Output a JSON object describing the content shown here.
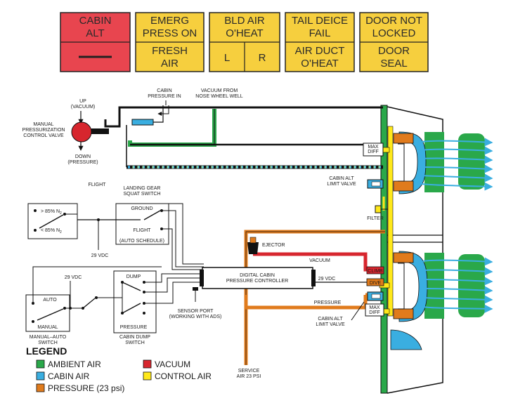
{
  "colors": {
    "ambient": "#2aa84a",
    "cabin": "#3aaee0",
    "vacuum": "#d7262e",
    "pressure": "#e07b1c",
    "control": "#ffe81a",
    "annunciator_red": "#e8454f",
    "annunciator_amber": "#f6cf3e"
  },
  "annunciators": {
    "cabin_alt": "CABIN ALT",
    "emerg_press_on": "EMERG PRESS ON",
    "fresh_air": "FRESH AIR",
    "bld_air_oheat": "BLD AIR O'HEAT",
    "bld_l": "L",
    "bld_r": "R",
    "tail_deice_fail": "TAIL DEICE FAIL",
    "air_duct_oheat": "AIR DUCT O'HEAT",
    "door_not_locked": "DOOR NOT LOCKED",
    "door_seal": "DOOR SEAL"
  },
  "diagram": {
    "cabin_pressure_in": "CABIN PRESSURE IN",
    "vacuum_from_nose": "VACUUM FROM NOSE WHEEL WELL",
    "up_vacuum": "UP (VACUUM)",
    "manual_valve": "MANUAL PRESSURIZATION CONTROL VALVE",
    "down_pressure": "DOWN (PRESSURE)",
    "max_diff": "MAX DIFF",
    "cabin_alt_limit_valve": "CABIN ALT LIMIT VALVE",
    "filter": "FILTER",
    "flight_top": "FLIGHT",
    "landing_gear_squat": "LANDING GEAR SQUAT SWITCH",
    "ground": "GROUND",
    "flight": "FLIGHT",
    "auto_schedule": "(AUTO SCHEDULE)",
    "gt85": "> 85% N",
    "lt85": "< 85% N",
    "n_sub": "2",
    "vdc_1": "29 VDC",
    "vdc_2": "29 VDC",
    "vdc_3": "29 VDC",
    "ejector": "EJECTOR",
    "vacuum": "VACUUM",
    "climb": "CLIMB",
    "dive": "DIVE",
    "pressure": "PRESSURE",
    "dcpc": "DIGITAL CABIN PRESSURE CONTROLLER",
    "auto": "AUTO",
    "manual": "MANUAL",
    "manual_auto_switch": "MANUAL-AUTO SWITCH",
    "dump": "DUMP",
    "pressure_pos": "PRESSURE",
    "cabin_dump_switch": "CABIN DUMP SWITCH",
    "sensor_port": "SENSOR PORT (WORKING WITH ADS)",
    "service_air": "SERVICE AIR 23 PSI",
    "cabin_alt_limit_valve_2": "CABIN ALT LIMIT VALVE"
  },
  "legend": {
    "title": "LEGEND",
    "ambient": "AMBIENT AIR",
    "cabin": "CABIN AIR",
    "pressure": "PRESSURE (23 psi)",
    "vacuum": "VACUUM",
    "control": "CONTROL AIR"
  }
}
